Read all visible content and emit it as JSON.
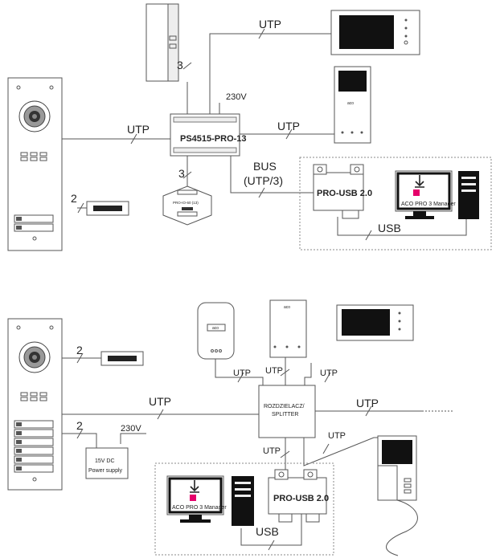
{
  "top": {
    "utp_monitor": "UTP",
    "utp_panel": "UTP",
    "utp_indoor": "UTP",
    "power": "230V",
    "count_lock_module": "3",
    "count_relay": "3",
    "count_lock": "2",
    "controller": "PS4515-PRO-13",
    "bus_line1": "BUS",
    "bus_line2": "(UTP/3)",
    "pro_usb": "PRO-USB 2.0",
    "aco_manager": "ACO PRO 3 Manager",
    "usb": "USB",
    "relay_label": "PRO-IO-60 (13)",
    "indoor_brand": "aco"
  },
  "bottom": {
    "count_lock": "2",
    "count_psu": "2",
    "power": "230V",
    "psu_line1": "15V DC",
    "psu_line2": "Power supply",
    "utp_panel": "UTP",
    "utp_hub": "UTP",
    "utp_phone": "UTP",
    "utp_monitor": "UTP",
    "utp_right": "UTP",
    "utp_usb": "UTP",
    "utp_handset": "UTP",
    "splitter_line1": "ROZDZIELACZ/",
    "splitter_line2": "SPLITTER",
    "pro_usb": "PRO-USB 2.0",
    "aco_manager": "ACO PRO 3 Manager",
    "usb": "USB",
    "hub_brand": "aco",
    "indoor_brand": "aco"
  }
}
